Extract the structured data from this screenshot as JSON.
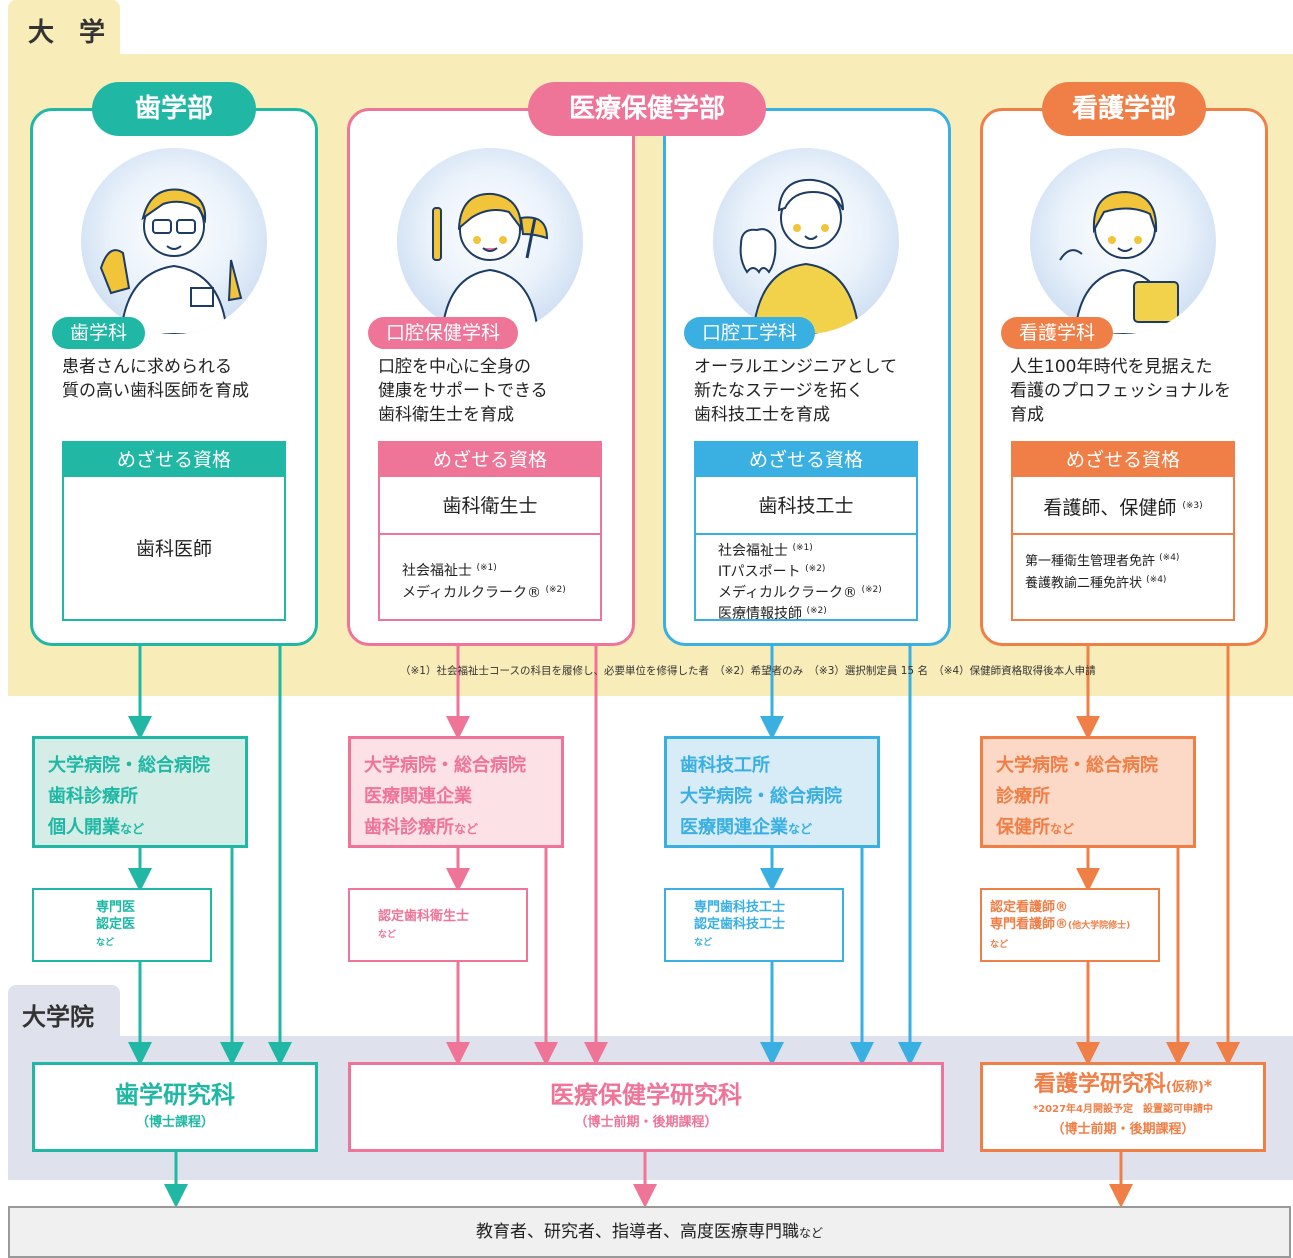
{
  "sections": {
    "university": "大 学",
    "graduate": "大学院"
  },
  "faculties": {
    "dental": {
      "title": "歯学部",
      "color": "#20b8a5"
    },
    "medical_health": {
      "title": "医療保健学部"
    },
    "nursing": {
      "title": "看護学部",
      "color": "#f07f47"
    }
  },
  "departments": [
    {
      "tag": "歯学科",
      "color": "#20b8a5",
      "description": "患者さんに求められる\n質の高い歯科医師を育成",
      "qualification_header": "めざせる資格",
      "main_qualification": "歯科医師",
      "sub_qualifications": []
    },
    {
      "tag": "口腔保健学科",
      "color": "#ef7598",
      "description": "口腔を中心に全身の\n健康をサポートできる\n歯科衛生士を育成",
      "qualification_header": "めざせる資格",
      "main_qualification": "歯科衛生士",
      "sub_qualifications": [
        {
          "name": "社会福祉士",
          "note": "(※1)"
        },
        {
          "name": "メディカルクラーク®",
          "note": "(※2)"
        }
      ]
    },
    {
      "tag": "口腔工学科",
      "color": "#3aafe2",
      "description": "オーラルエンジニアとして\n新たなステージを拓く\n歯科技工士を育成",
      "qualification_header": "めざせる資格",
      "main_qualification": "歯科技工士",
      "sub_qualifications": [
        {
          "name": "社会福祉士",
          "note": "(※1)"
        },
        {
          "name": "ITパスポート",
          "note": "(※2)"
        },
        {
          "name": "メディカルクラーク®",
          "note": "(※2)"
        },
        {
          "name": "医療情報技師",
          "note": "(※2)"
        }
      ]
    },
    {
      "tag": "看護学科",
      "color": "#f07f47",
      "description": "人生100年時代を見据えた\n看護のプロフェッショナルを\n育成",
      "qualification_header": "めざせる資格",
      "main_qualification": "看護師、保健師",
      "main_note": "(※3)",
      "sub_qualifications": [
        {
          "name": "第一種衛生管理者免許",
          "note": "(※4)"
        },
        {
          "name": "養護教諭二種免許状",
          "note": "(※4)"
        }
      ]
    }
  ],
  "footnotes": "（※1）社会福祉士コースの科目を履修し、必要単位を修得した者　（※2）希望者のみ　（※3）選択制定員 15 名　（※4）保健師資格取得後本人申請",
  "careers": [
    {
      "lines": [
        "大学病院・総合病院",
        "歯科診療所",
        "個人開業"
      ],
      "suffix": "など"
    },
    {
      "lines": [
        "大学病院・総合病院",
        "医療関連企業",
        "歯科診療所"
      ],
      "suffix": "など"
    },
    {
      "lines": [
        "歯科技工所",
        "大学病院・総合病院",
        "医療関連企業"
      ],
      "suffix": "など"
    },
    {
      "lines": [
        "大学病院・総合病院",
        "診療所",
        "保健所"
      ],
      "suffix": "など"
    }
  ],
  "certifications": [
    {
      "lines": [
        "専門医",
        "認定医"
      ],
      "suffix": "など"
    },
    {
      "lines": [
        "認定歯科衛生士"
      ],
      "suffix": "など"
    },
    {
      "lines": [
        "専門歯科技工士",
        "認定歯科技工士"
      ],
      "suffix": "など"
    },
    {
      "lines": [
        "認定看護師®",
        "専門看護師®"
      ],
      "line2_note": "(他大学院修士)",
      "suffix": "など"
    }
  ],
  "graduate_schools": {
    "dental": {
      "name": "歯学研究科",
      "course": "（博士課程）"
    },
    "medical_health": {
      "name": "医療保健学研究科",
      "course": "（博士前期・後期課程）"
    },
    "nursing": {
      "name": "看護学研究科",
      "name_note": "(仮称)",
      "asterisk": "*",
      "opening_note": "*2027年4月開設予定　設置認可申請中",
      "course": "（博士前期・後期課程）"
    }
  },
  "outcome": {
    "text": "教育者、研究者、指導者、高度医療専門職",
    "suffix": "など"
  },
  "colors": {
    "teal": "#20b8a5",
    "pink": "#ef7598",
    "blue": "#3aafe2",
    "orange": "#f07f47",
    "university_band": "#f8ecb9",
    "graduate_band": "#dfe1ec"
  }
}
